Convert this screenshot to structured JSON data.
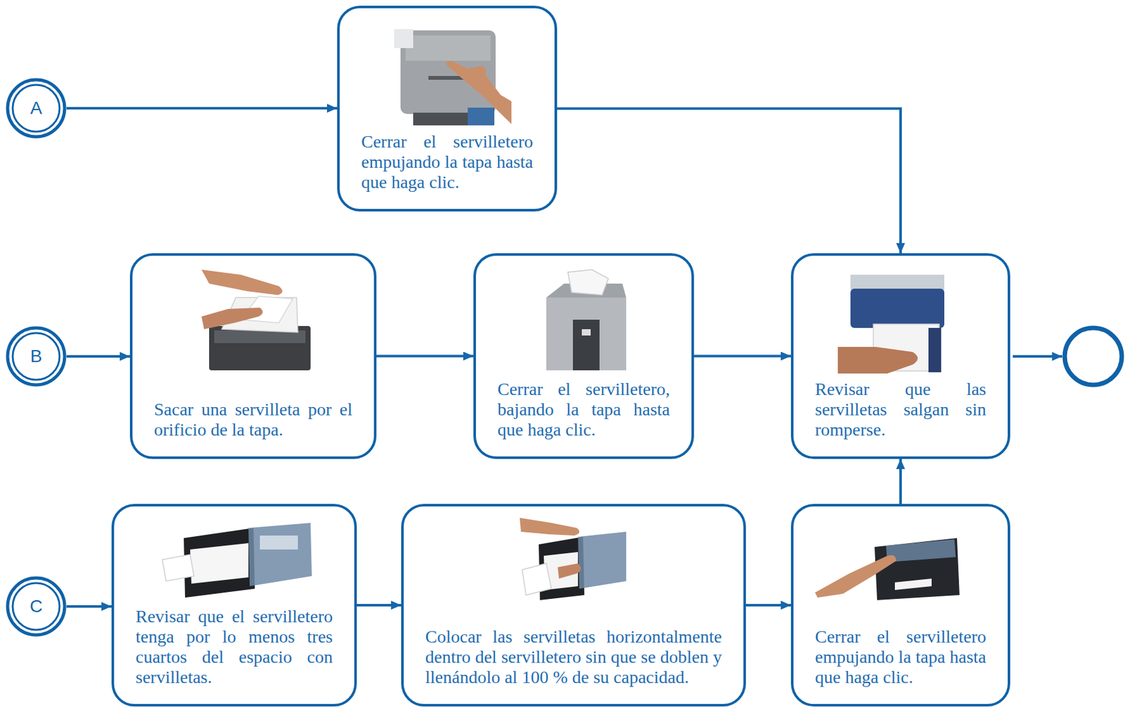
{
  "diagram": {
    "nodes": [
      {
        "text": [
          "A"
        ]
      },
      {
        "text": [
          "Cerrar el servilletero empujando la tapa hasta que haga clic."
        ]
      },
      {
        "text": [
          "B"
        ]
      },
      {
        "text": [
          "Sacar una servilleta por el orificio de la tapa."
        ]
      },
      {
        "text": [
          "Cerrar el servilletero, bajando la tapa hasta que haga clic."
        ]
      },
      {
        "text": [
          "Revisar que las servilletas salgan sin romperse."
        ]
      },
      {
        "text": [
          "C"
        ]
      },
      {
        "text": [
          "Revisar que el servilletero tenga por lo menos tres cuartos del espacio con servilletas."
        ]
      },
      {
        "text": [
          "Colocar las servilletas horizontalmente dentro del servilletero sin que se doblen y llenándolo al 100 % de su capacidad."
        ]
      },
      {
        "text": [
          "Cerrar el servilletero empujando la tapa hasta que haga clic."
        ]
      }
    ],
    "edges": [
      {
        "from": 0,
        "to": 1,
        "arrow": "to"
      },
      {
        "from": 1,
        "to": 5,
        "arrow": "to"
      },
      {
        "from": 2,
        "to": 3,
        "arrow": "to"
      },
      {
        "from": 3,
        "to": 4,
        "arrow": "to"
      },
      {
        "from": 4,
        "to": 5,
        "arrow": "to"
      },
      {
        "from": 6,
        "to": 7,
        "arrow": "to"
      },
      {
        "from": 7,
        "to": 8,
        "arrow": "to"
      },
      {
        "from": 8,
        "to": 9,
        "arrow": "to"
      },
      {
        "from": 9,
        "to": 5,
        "arrow": "to"
      }
    ]
  }
}
